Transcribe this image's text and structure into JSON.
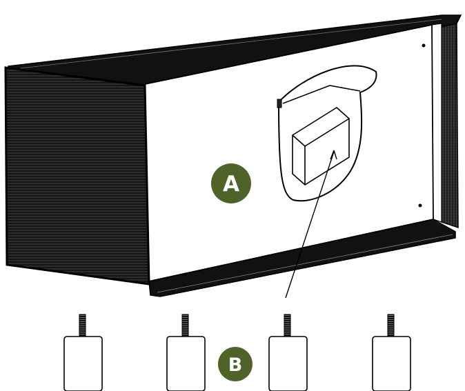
{
  "diagram": {
    "callouts": [
      {
        "id": "A",
        "label": "A"
      },
      {
        "id": "B",
        "label": "B"
      }
    ],
    "parts": {
      "housing": "housing-unit",
      "hardware_bag": "hardware-bag",
      "foot_count": 4
    },
    "colors": {
      "callout_fill": "#4f6228",
      "callout_text": "#ffffff",
      "line": "#000000",
      "panel": "#ffffff"
    }
  }
}
